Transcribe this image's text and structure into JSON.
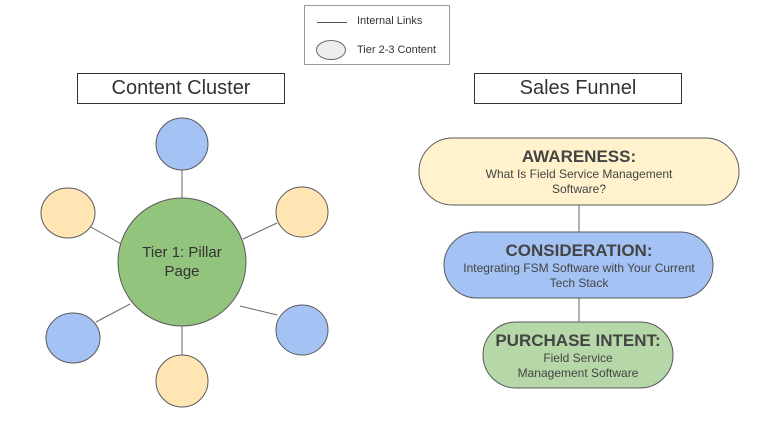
{
  "legend": {
    "internal_links_label": "Internal Links",
    "tier_content_label": "Tier 2-3 Content"
  },
  "content_cluster": {
    "title": "Content Cluster",
    "pillar_label": "Tier 1: Pillar Page",
    "colors": {
      "pillar": "#93c47d",
      "blue": "#a4c2f4",
      "yellow": "#ffe5b4",
      "stroke": "#595959",
      "link": "#666666"
    }
  },
  "sales_funnel": {
    "title": "Sales Funnel",
    "stages": [
      {
        "title": "AWARENESS:",
        "desc": "What Is Field Service Management Software?",
        "color": "#fff2cc"
      },
      {
        "title": "CONSIDERATION:",
        "desc": "Integrating FSM Software with Your Current Tech Stack",
        "color": "#a4c2f4"
      },
      {
        "title": "PURCHASE INTENT:",
        "desc": "Field Service Management Software",
        "color": "#b6d7a8"
      }
    ]
  }
}
